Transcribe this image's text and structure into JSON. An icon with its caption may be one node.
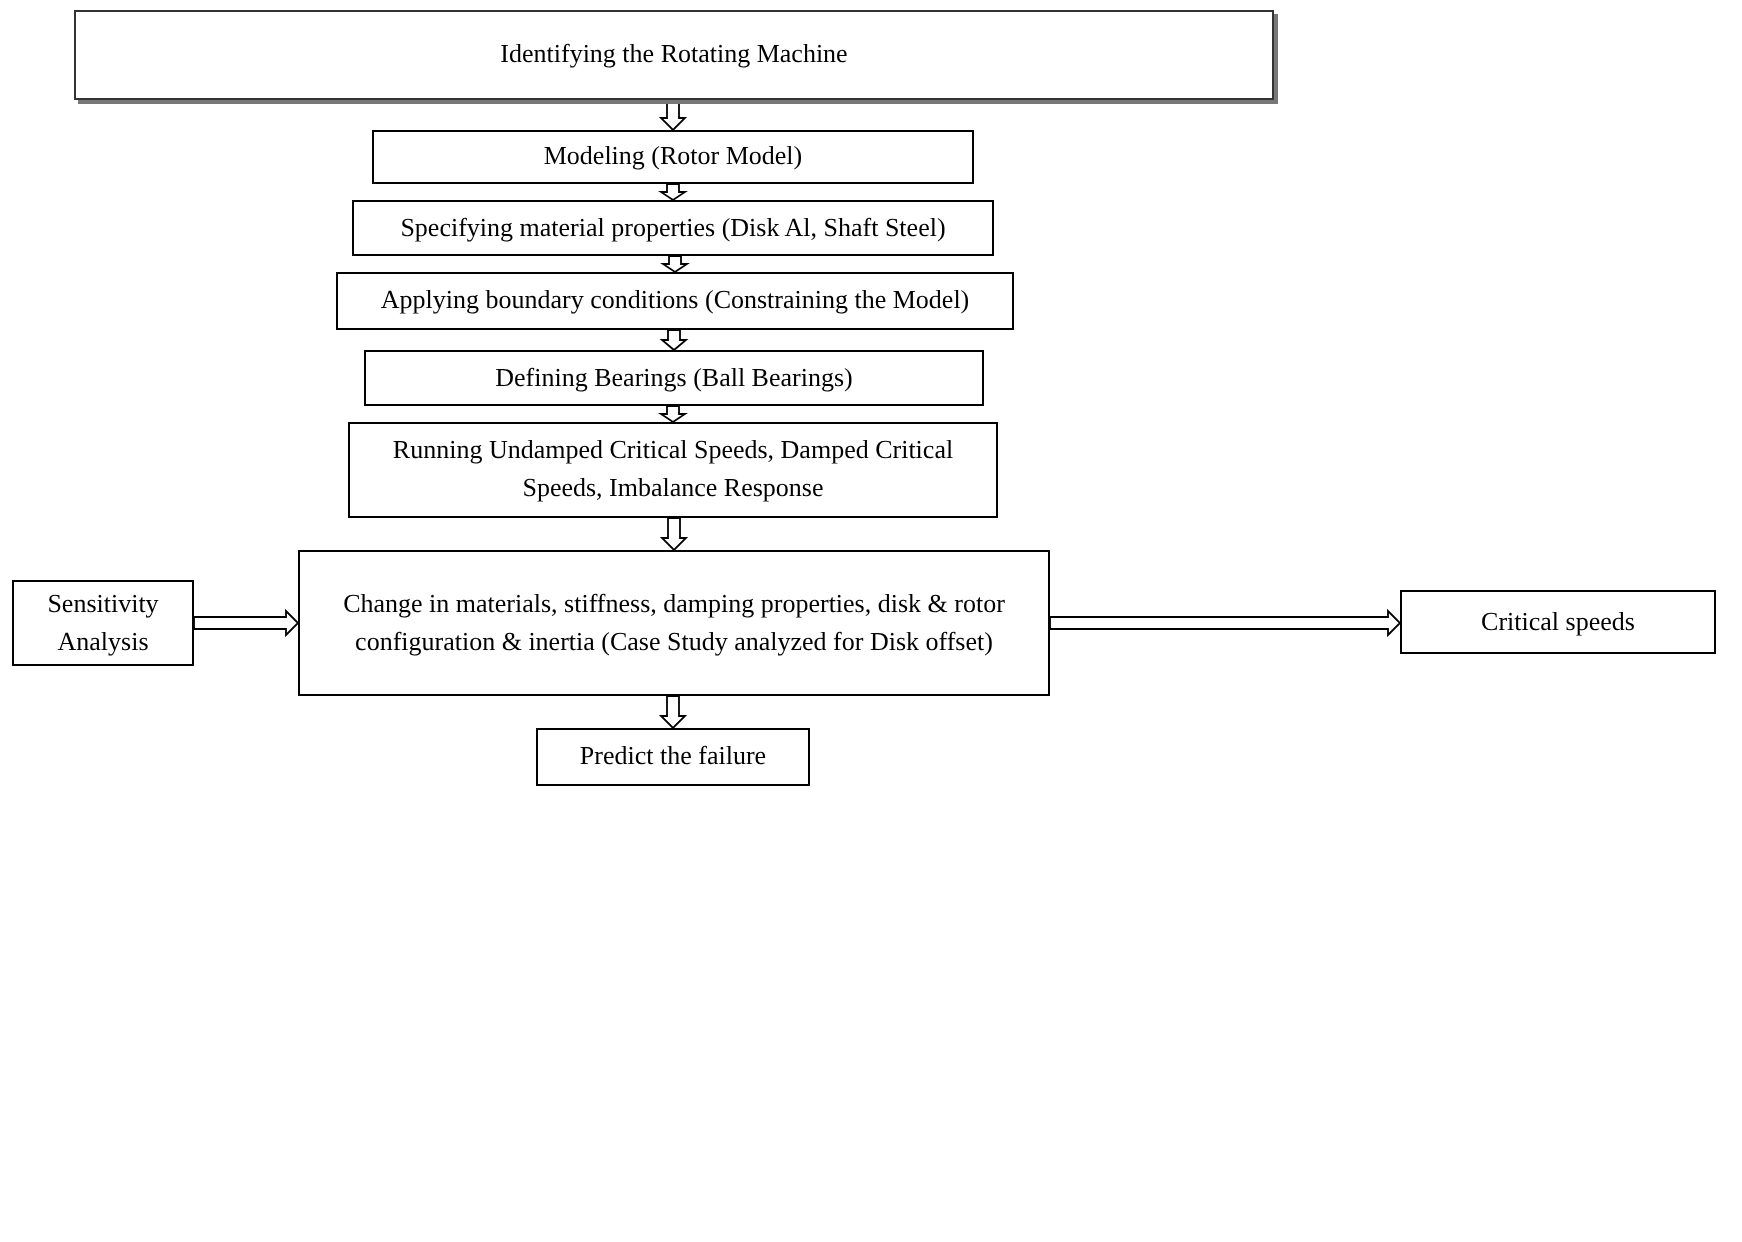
{
  "diagram": {
    "nodes": [
      {
        "text": [
          "Identifying the Rotating Machine"
        ]
      },
      {
        "text": [
          "Modeling (Rotor Model)"
        ]
      },
      {
        "text": [
          "Specifying material properties (Disk Al, Shaft Steel)"
        ]
      },
      {
        "text": [
          "Applying boundary conditions (Constraining the Model)"
        ]
      },
      {
        "text": [
          "Defining Bearings (Ball Bearings)"
        ]
      },
      {
        "text": [
          "Running Undamped Critical Speeds, Damped Critical Speeds, Imbalance Response"
        ]
      },
      {
        "text": [
          "Change in materials, stiffness, damping properties, disk & rotor configuration & inertia (Case Study analyzed for Disk offset)"
        ]
      },
      {
        "text": [
          "Sensitivity Analysis"
        ]
      },
      {
        "text": [
          "Critical speeds"
        ]
      },
      {
        "text": [
          "Predict the failure"
        ]
      }
    ],
    "edges": [
      {
        "from": 0,
        "to": 1,
        "arrow": "to"
      },
      {
        "from": 1,
        "to": 2,
        "arrow": "to"
      },
      {
        "from": 2,
        "to": 3,
        "arrow": "to"
      },
      {
        "from": 3,
        "to": 4,
        "arrow": "to"
      },
      {
        "from": 4,
        "to": 5,
        "arrow": "to"
      },
      {
        "from": 5,
        "to": 6,
        "arrow": "to"
      },
      {
        "from": 7,
        "to": 6,
        "arrow": "to"
      },
      {
        "from": 6,
        "to": 8,
        "arrow": "to"
      },
      {
        "from": 6,
        "to": 9,
        "arrow": "to"
      }
    ]
  }
}
